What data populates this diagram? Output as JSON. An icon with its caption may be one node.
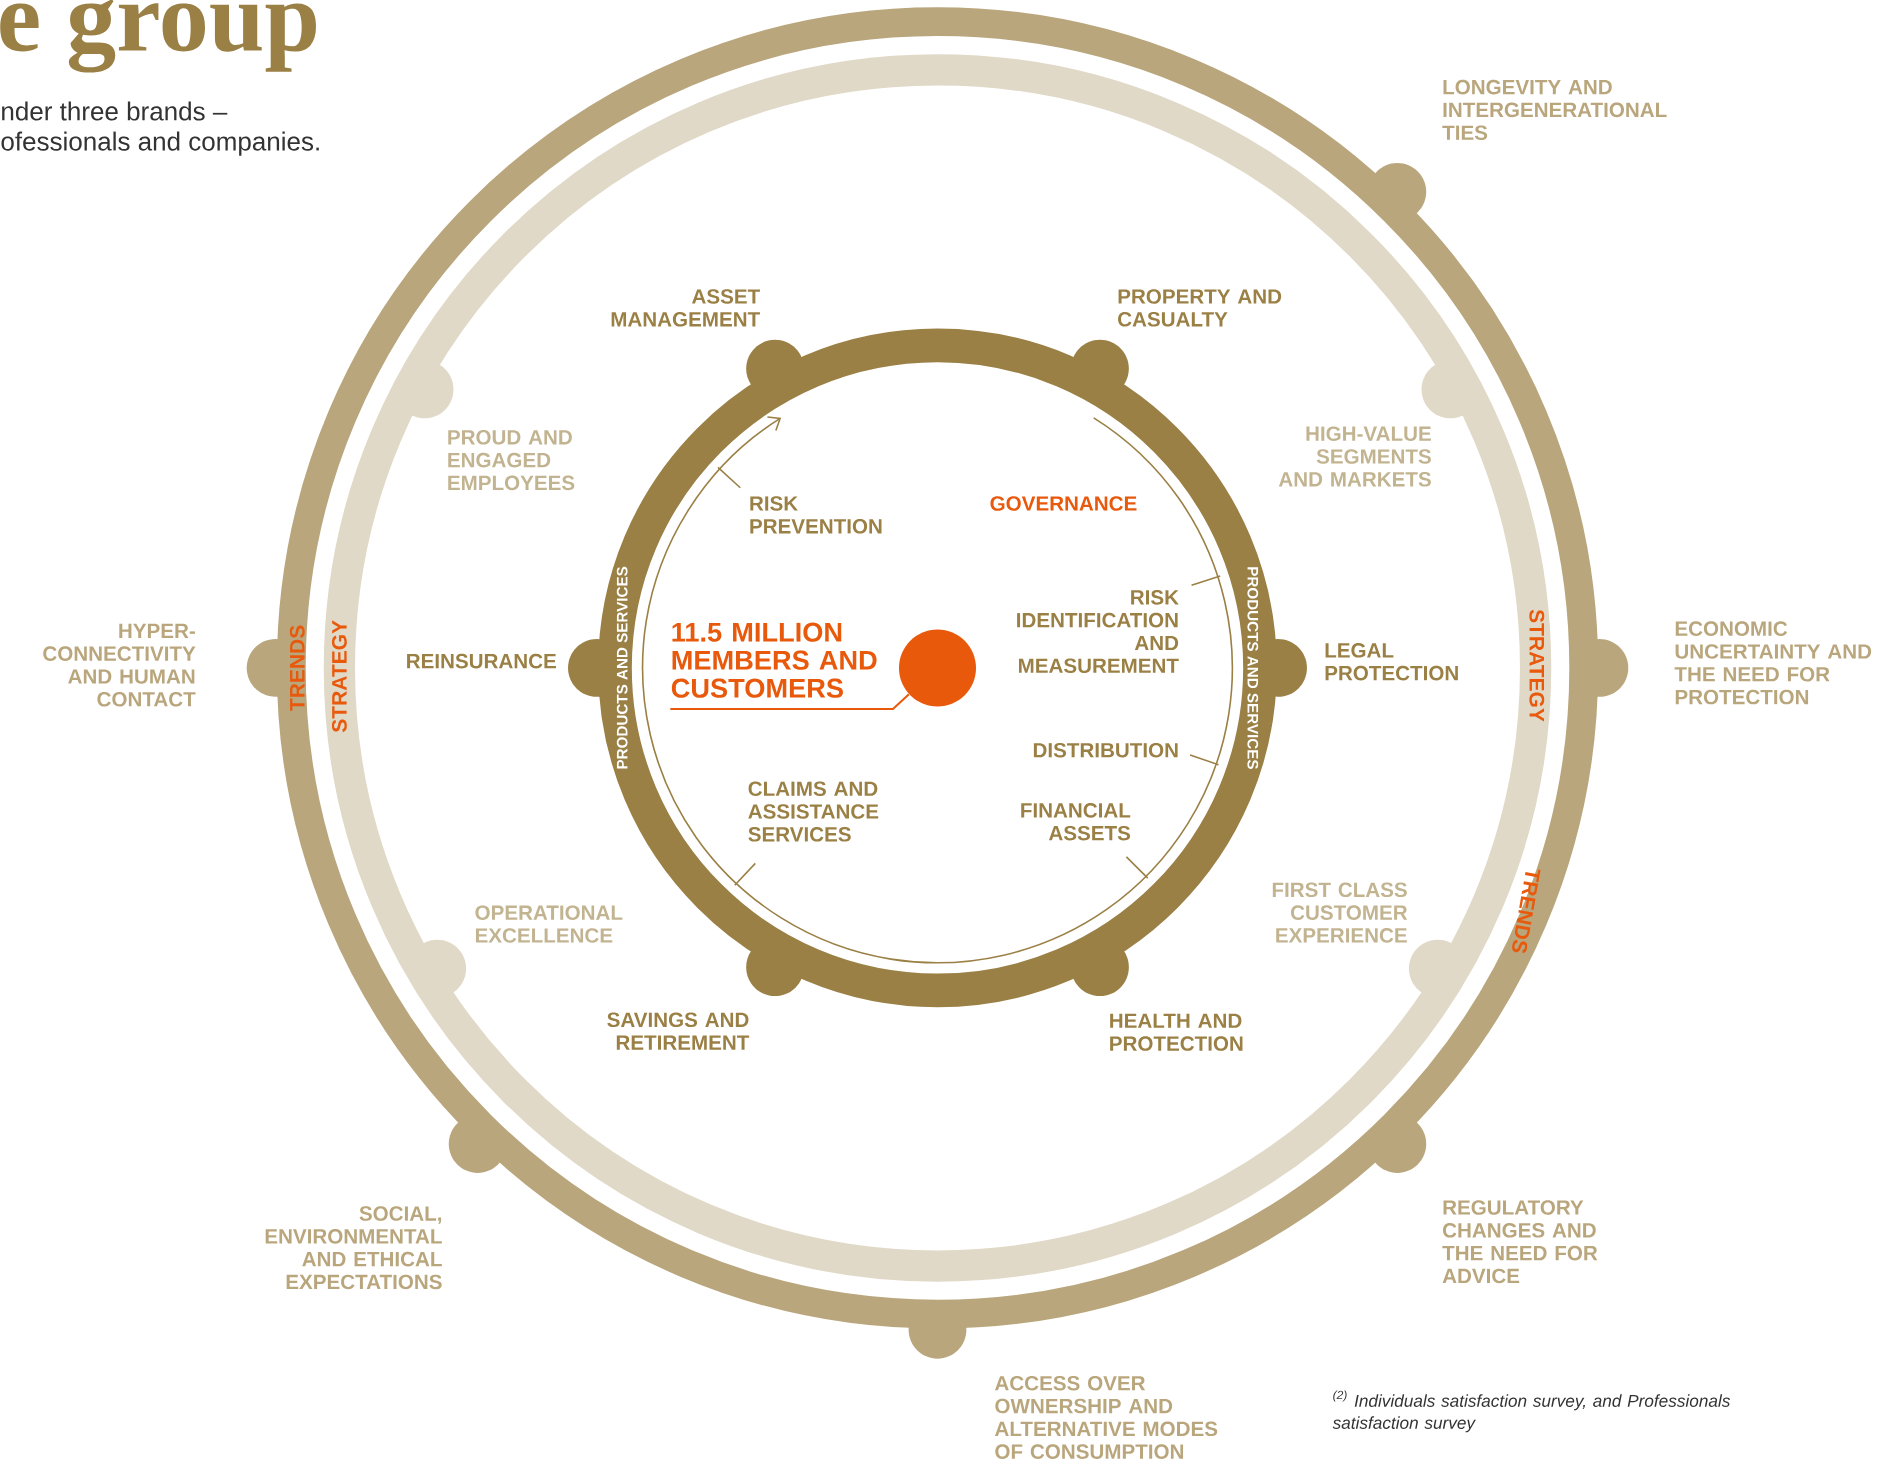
{
  "diagram": {
    "nodes": [
      {
        "text": [
          "11.5 MILLION MEMBERS AND CUSTOMERS"
        ]
      },
      {
        "text": [],
        "shape": "circle"
      }
    ],
    "edges": [
      {
        "from": 0,
        "to": 1,
        "arrow": "none"
      }
    ],
    "labels": [
      "e group",
      "nder three brands –",
      "ofessionals and companies.",
      "LONGEVITY AND INTERGENERATIONAL TIES",
      "ASSET MANAGEMENT",
      "PROPERTY AND CASUALTY",
      "PROUD AND ENGAGED EMPLOYEES",
      "HIGH-VALUE SEGMENTS AND MARKETS",
      "RISK PREVENTION",
      "GOVERNANCE",
      "HYPER- CONNECTIVITY AND HUMAN CONTACT",
      "TRENDS",
      "STRATEGY",
      "REINSURANCE",
      "PRODUCTS AND SERVICES",
      "RISK IDENTIFICATION AND MEASUREMENT",
      "PRODUCTS AND SERVICES",
      "LEGAL PROTECTION",
      "STRATEGY",
      "ECONOMIC UNCERTAINTY AND THE NEED FOR PROTECTION",
      "DISTRIBUTION",
      "CLAIMS AND ASSISTANCE SERVICES",
      "FINANCIAL ASSETS",
      "FIRST CLASS CUSTOMER EXPERIENCE",
      "TRENDS",
      "OPERATIONAL EXCELLENCE",
      "SAVINGS AND RETIREMENT",
      "HEALTH AND PROTECTION",
      "SOCIAL, ENVIRONMENTAL AND ETHICAL EXPECTATIONS",
      "REGULATORY CHANGES AND THE NEED FOR ADVICE",
      "ACCESS OVER OWNERSHIP AND ALTERNATIVE MODES OF CONSUMPTION",
      "$^{(2)}$ Individuals satisfaction survey, and Professionals satisfaction survey"
    ]
  }
}
